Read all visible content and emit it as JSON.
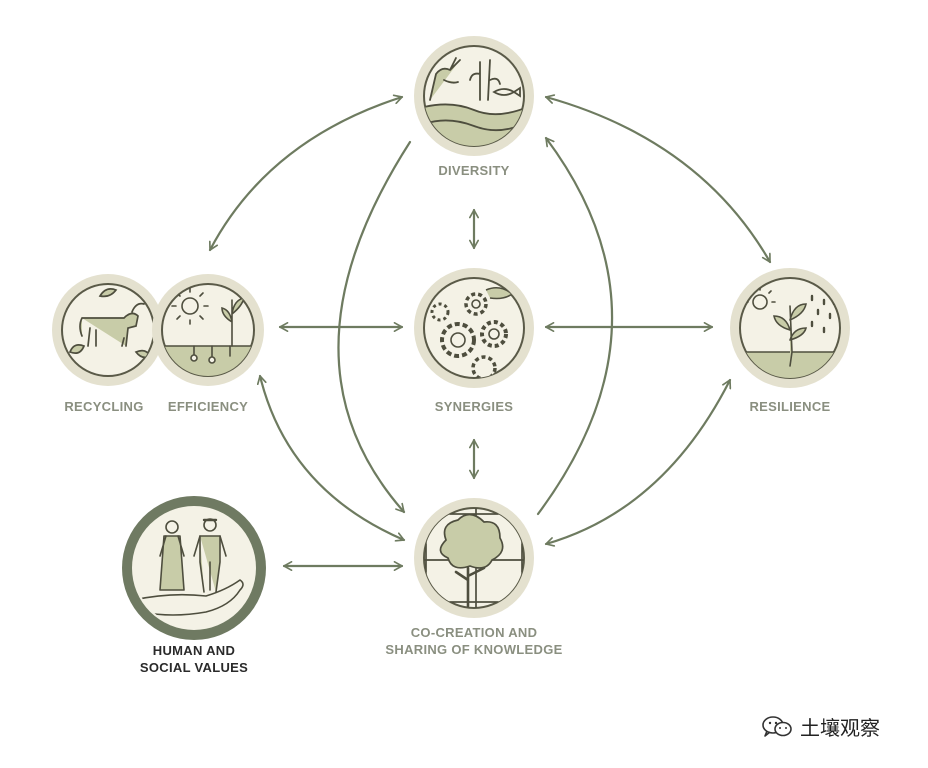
{
  "nodes": {
    "diversity": {
      "label": "DIVERSITY",
      "icon": "livestock-plant-fish-icon"
    },
    "synergies": {
      "label": "SYNERGIES",
      "icon": "gears-icon"
    },
    "recycling": {
      "label": "RECYCLING",
      "icon": "cow-leaves-icon"
    },
    "efficiency": {
      "label": "EFFICIENCY",
      "icon": "sun-seedlings-icon"
    },
    "resilience": {
      "label": "RESILIENCE",
      "icon": "plant-rain-icon"
    },
    "cocreation": {
      "label_line1": "CO-CREATION AND",
      "label_line2": "SHARING OF KNOWLEDGE",
      "icon": "tree-quadrants-icon"
    },
    "human": {
      "label_line1": "HUMAN AND",
      "label_line2": "SOCIAL VALUES",
      "icon": "people-in-hand-icon"
    }
  },
  "watermark": {
    "text": "土壤观察",
    "icon": "wechat-icon"
  },
  "colors": {
    "arrow": "#6e7b60",
    "ring": "#e4e1cf",
    "inner_bg": "#f4f2e6",
    "inner_border": "#5a5a48",
    "fill_green": "#c8cca8",
    "human_ring": "#6f7a62"
  }
}
